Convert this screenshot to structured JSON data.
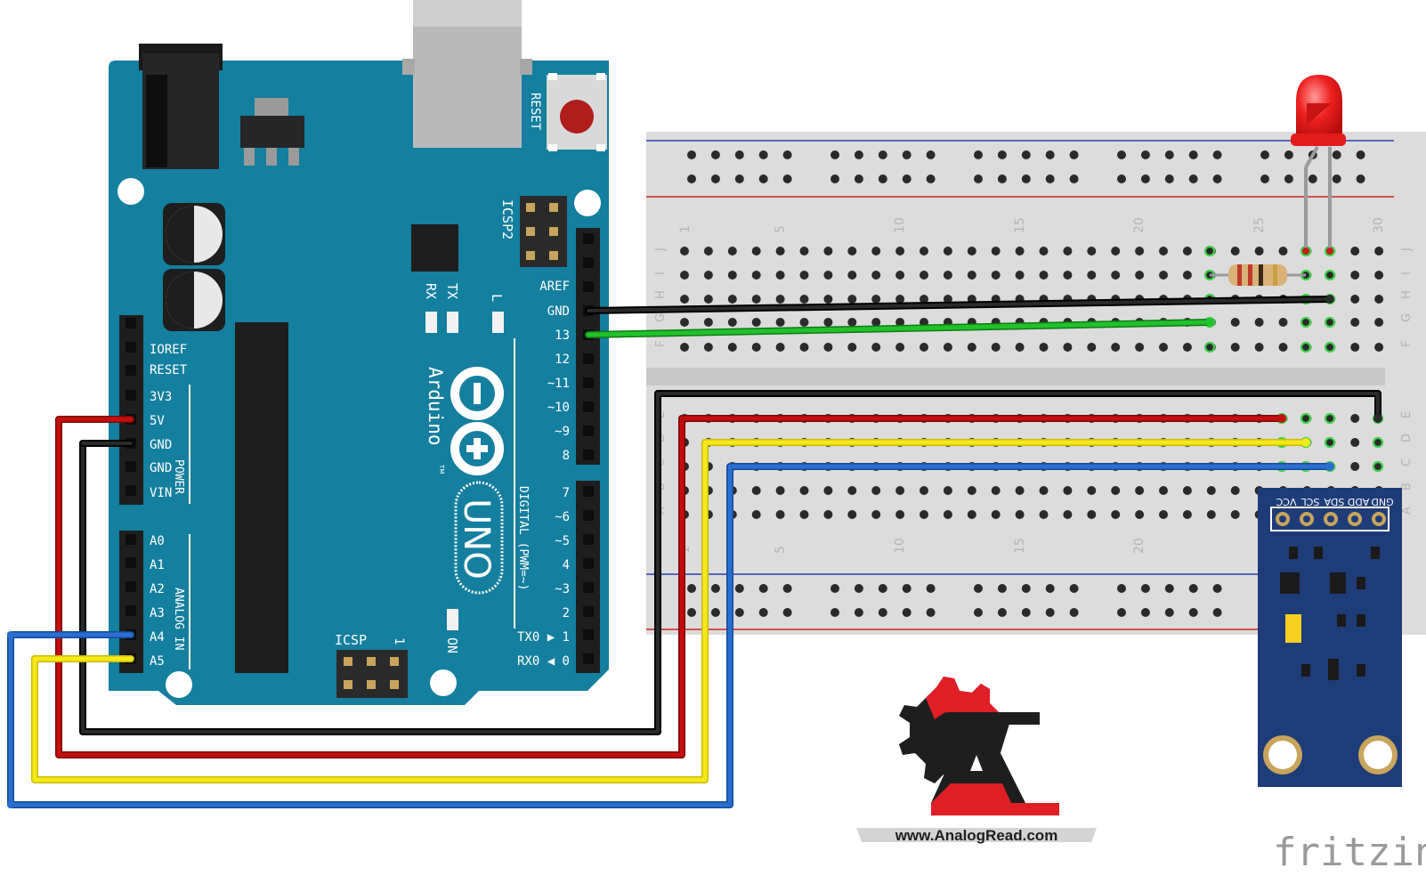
{
  "arduino": {
    "reset_label": "RESET",
    "icsp2_label": "ICSP2",
    "icsp_label": "ICSP",
    "icsp_pin1": "1",
    "brand": "Arduino",
    "tm": "TM",
    "model": "UNO",
    "on_label": "ON",
    "tx_label": "TX",
    "rx_label": "RX",
    "l_label": "L",
    "power_group": "POWER",
    "analog_group": "ANALOG IN",
    "digital_group": "DIGITAL (PWM=~)",
    "power_pins": [
      "IOREF",
      "RESET",
      "3V3",
      "5V",
      "GND",
      "GND",
      "VIN"
    ],
    "analog_pins": [
      "A0",
      "A1",
      "A2",
      "A3",
      "A4",
      "A5"
    ],
    "digital_upper": [
      "AREF",
      "GND",
      "13",
      "12",
      "~11",
      "~10",
      "~9",
      "8"
    ],
    "digital_lower": [
      "7",
      "~6",
      "~5",
      "4",
      "~3",
      "2",
      "TX0 ▶ 1",
      "RX0 ◀ 0"
    ]
  },
  "breadboard": {
    "column_numbers": [
      "1",
      "5",
      "10",
      "15",
      "20",
      "25",
      "30"
    ],
    "row_letters_top": [
      "J",
      "I",
      "H",
      "G",
      "F"
    ],
    "row_letters_bottom": [
      "E",
      "D",
      "C",
      "B",
      "A"
    ]
  },
  "sensor": {
    "pins": [
      "GND",
      "ADD",
      "SDA",
      "SCL",
      "VCC"
    ]
  },
  "wire_colors": {
    "black": "#1a1a1a",
    "red": "#c40e0e",
    "yellow": "#f5e91a",
    "blue": "#2a6fd0",
    "green": "#22c12a"
  },
  "logo": {
    "url_text": "www.AnalogRead.com"
  },
  "watermark": {
    "text": "fritzing"
  }
}
